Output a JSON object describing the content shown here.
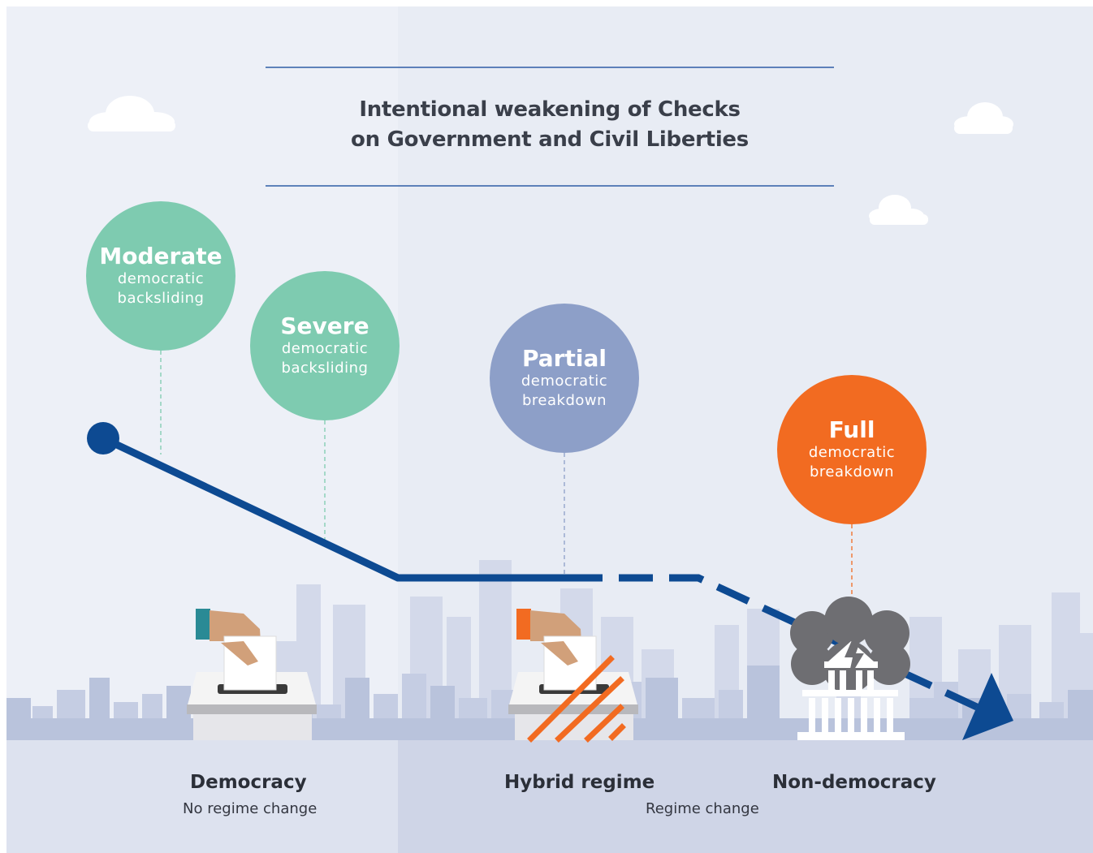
{
  "title": {
    "line1": "Intentional weakening of Checks",
    "line2": "on Government and Civil Liberties"
  },
  "stages": [
    {
      "big": "Moderate",
      "line1": "democratic",
      "line2": "backsliding",
      "color": "#7ecbb0"
    },
    {
      "big": "Severe",
      "line1": "democratic",
      "line2": "backsliding",
      "color": "#7ecbb0"
    },
    {
      "big": "Partial",
      "line1": "democratic",
      "line2": "breakdown",
      "color": "#8d9fc8"
    },
    {
      "big": "Full",
      "line1": "democratic",
      "line2": "breakdown",
      "color": "#f26b21"
    }
  ],
  "regimes": {
    "democracy": "Democracy",
    "hybrid": "Hybrid regime",
    "non_democracy": "Non-democracy"
  },
  "change": {
    "none": "No regime change",
    "change": "Regime change"
  },
  "colors": {
    "trend_line": "#0d4a92",
    "background": "#edf0f7",
    "skyline": "#c5cde3",
    "ground_left": "#dde2ef",
    "ground_right": "#cfd5e7",
    "accent_orange": "#f26b21",
    "accent_teal": "#2a8a95"
  },
  "icons": {
    "ballot_democracy": "ballot-box-icon",
    "ballot_hybrid": "crossed-ballot-box-icon",
    "non_democracy": "storm-cloud-over-government-building-icon"
  }
}
